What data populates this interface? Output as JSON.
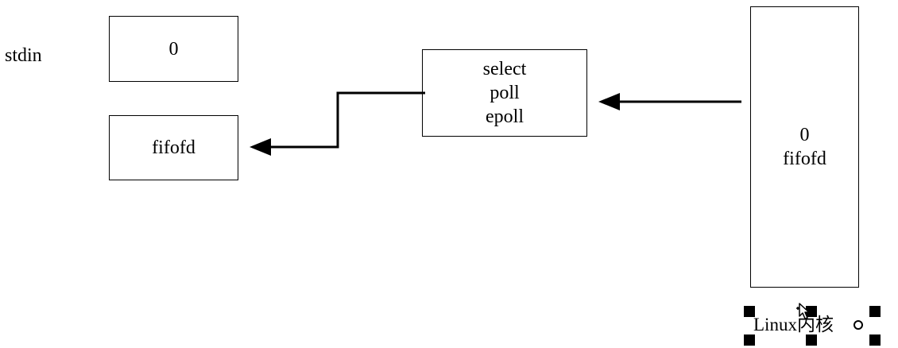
{
  "diagram": {
    "stdin_label": "stdin",
    "boxes": {
      "stdin_fd": {
        "text": "0"
      },
      "fifo_fd": {
        "text": "fifofd"
      },
      "multiplexer": {
        "lines": [
          "select",
          "poll",
          "epoll"
        ]
      },
      "kernel": {
        "lines": [
          "0",
          "fifofd"
        ]
      }
    },
    "kernel_caption": "Linux内核"
  },
  "colors": {
    "stroke": "#000000",
    "background": "#ffffff",
    "selection_handle": "#000000"
  },
  "icons": {
    "cursor": "move-cursor-icon",
    "rotate_handle": "rotate-handle-icon"
  }
}
